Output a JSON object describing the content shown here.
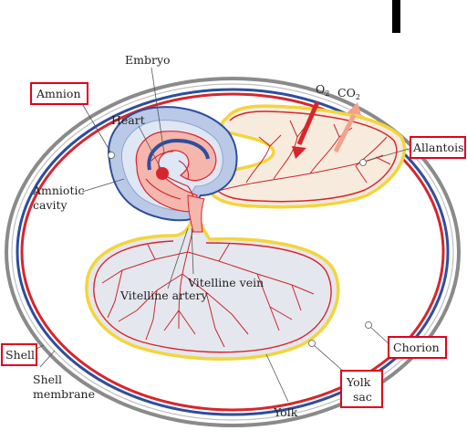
{
  "labels": {
    "embryo": "Embryo",
    "amnion": "Amnion",
    "heart": "Heart",
    "amniotic_cavity_1": "Amniotic",
    "amniotic_cavity_2": "cavity",
    "o2": "O",
    "o2_sub": "2",
    "co2": "CO",
    "co2_sub": "2",
    "allantois": "Allantois",
    "vitelline_vein": "Vitelline vein",
    "vitelline_artery": "Vitelline artery",
    "shell": "Shell",
    "shell_membrane_1": "Shell",
    "shell_membrane_2": "membrane",
    "chorion": "Chorion",
    "yolk_sac_1": "Yolk",
    "yolk_sac_2": "sac",
    "yolk": "Yolk"
  },
  "colors": {
    "highlight_box": "#e3001b",
    "shell_outline": "#8a8a8a",
    "chorion_red": "#d7262b",
    "membrane_blue": "#2d4e9e",
    "amnion_fill": "#b9c9e6",
    "embryo_fill": "#f4b6ad",
    "yolk_fill": "#e5e7ee",
    "allantois_fill": "#f6ebdd",
    "sac_outline_yellow": "#f2d53c",
    "vessel_red": "#c8262b",
    "arrow_o2": "#d7262b",
    "arrow_co2": "#f2a28c"
  }
}
